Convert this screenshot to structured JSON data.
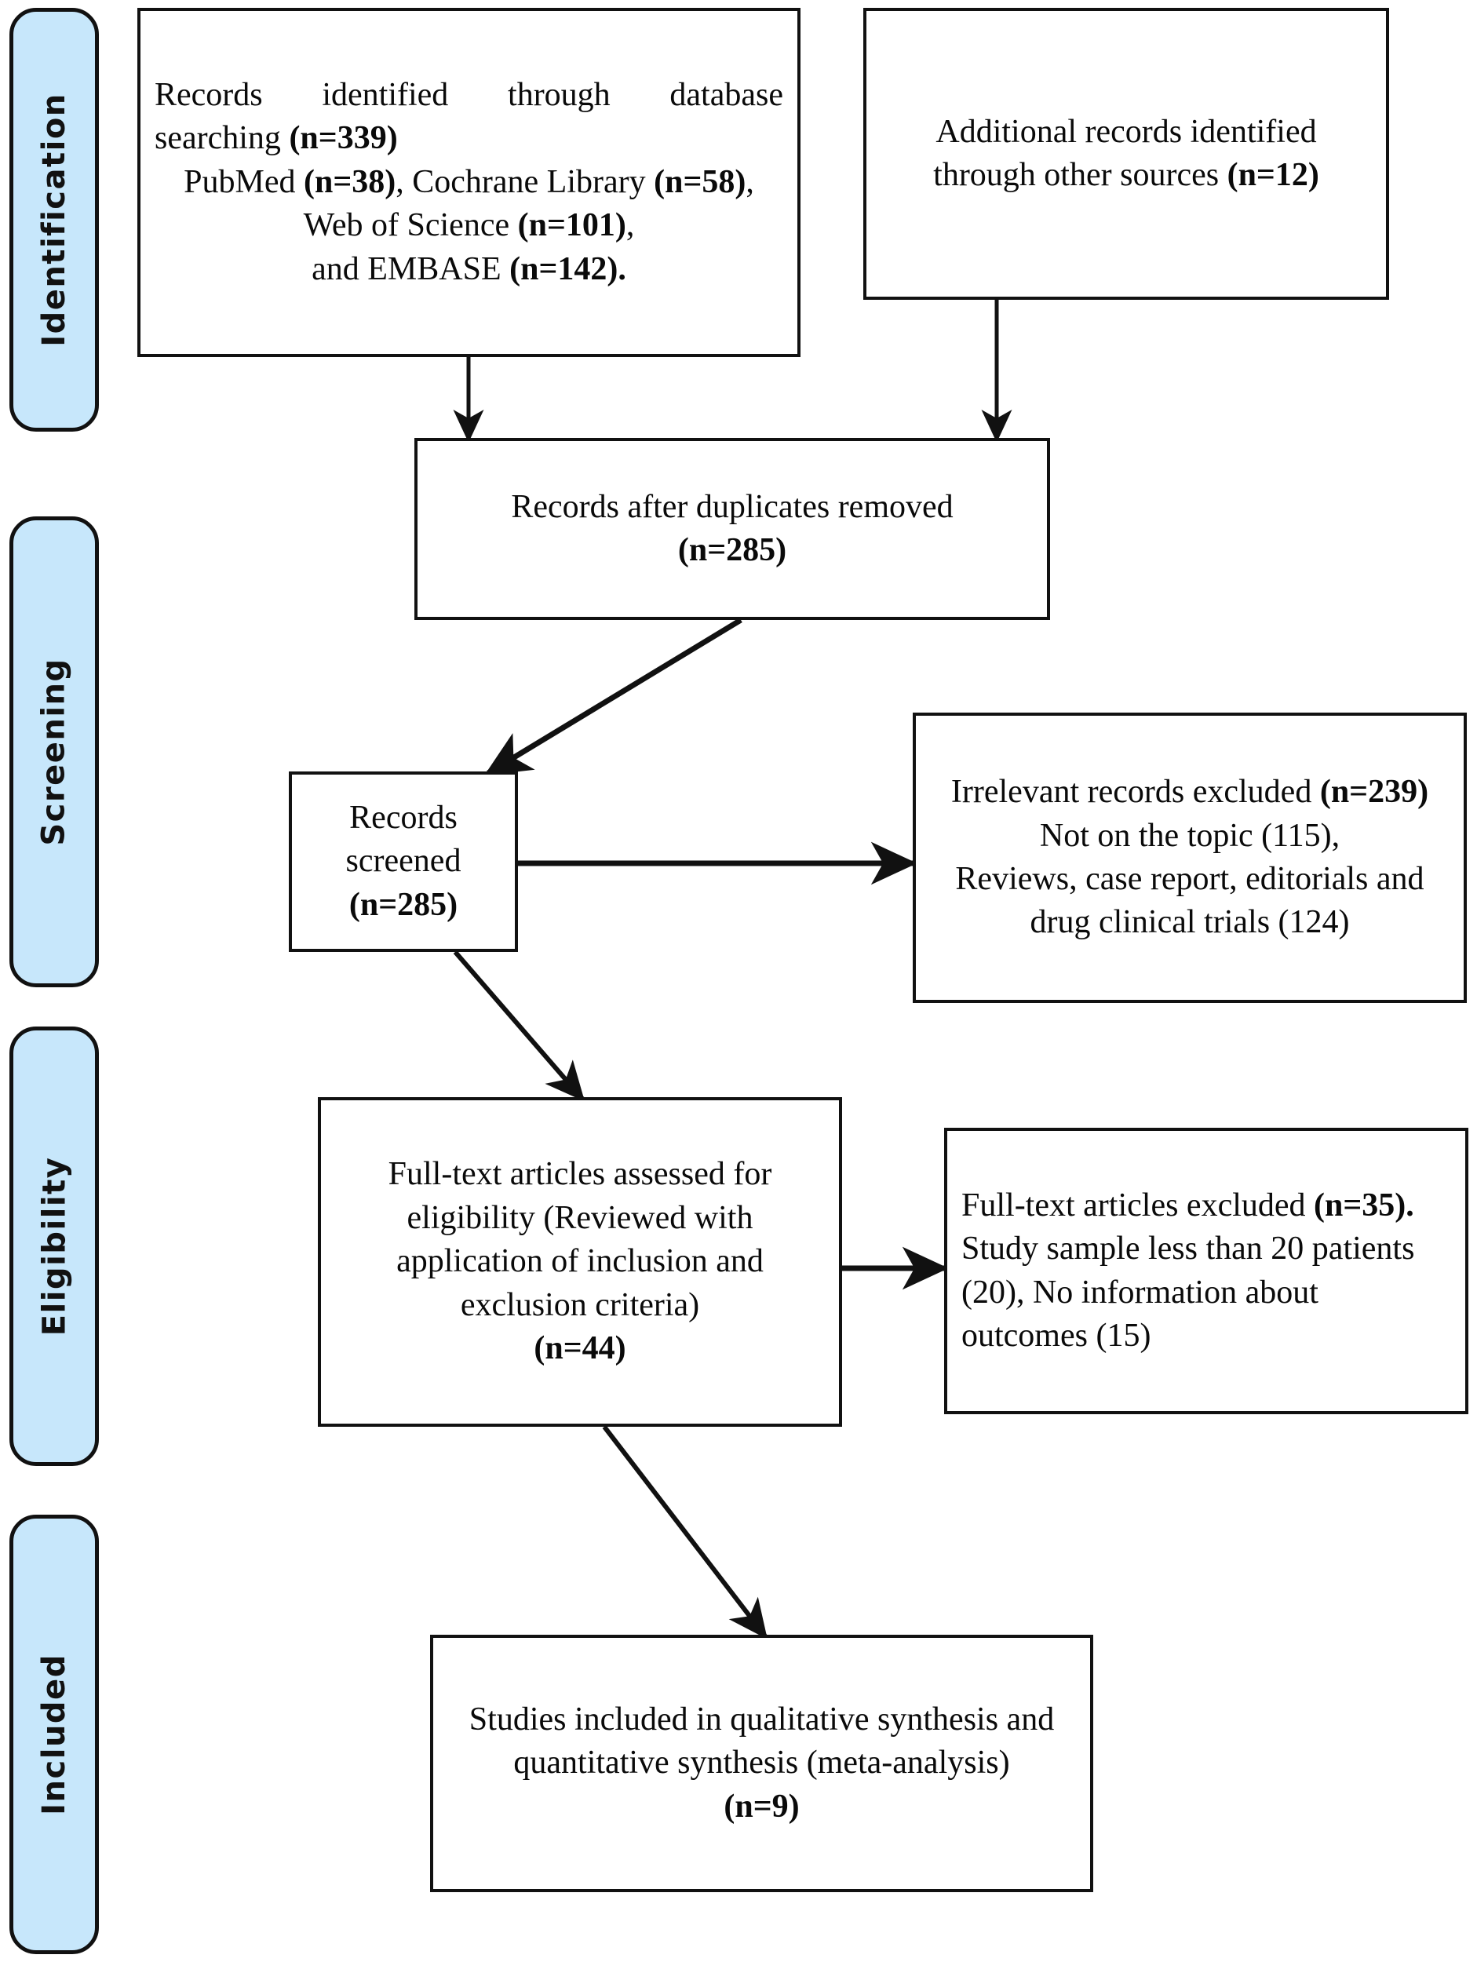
{
  "diagram": {
    "title": "PRISMA flow diagram of study selection",
    "accent_color": "#c7e7fb",
    "line_color": "#111111",
    "background": "#ffffff"
  },
  "stages": [
    {
      "id": "identification",
      "label": "Identification"
    },
    {
      "id": "screening",
      "label": "Screening"
    },
    {
      "id": "eligibility",
      "label": "Eligibility"
    },
    {
      "id": "included",
      "label": "Included"
    }
  ],
  "boxes": {
    "database_search": {
      "id": "records-identified-database",
      "line1": "Records identified through database",
      "line2_plain": "searching ",
      "line2_bold": "(n=339)",
      "line3_a": "PubMed ",
      "line3_b": "(n=38)",
      "line3_c": ", Cochrane Library ",
      "line3_d": "(n=58)",
      "line3_e": ",",
      "line4_a": "Web of Science ",
      "line4_b": "(n=101)",
      "line4_c": ",",
      "line5_a": "and EMBASE ",
      "line5_b": "(n=142)."
    },
    "other_sources": {
      "id": "additional-records-other-sources",
      "line1": "Additional records identified",
      "line2_plain": "through other sources ",
      "line2_bold": "(n=12)"
    },
    "duplicates_removed": {
      "id": "records-after-duplicates-removed",
      "line1": "Records after duplicates removed",
      "line2_bold": "(n=285)"
    },
    "records_screened": {
      "id": "records-screened",
      "line1": "Records screened",
      "line2_bold": "(n=285)"
    },
    "records_excluded": {
      "id": "irrelevant-records-excluded",
      "line1_plain": "Irrelevant records excluded ",
      "line1_bold": "(n=239)",
      "line2": "Not on the topic (115),",
      "line3": "Reviews, case report, editorials and",
      "line4": "drug clinical trials (124)"
    },
    "fulltext_assessed": {
      "id": "full-text-articles-assessed",
      "line1": "Full-text articles assessed for",
      "line2": "eligibility (Reviewed with",
      "line3": "application of inclusion and",
      "line4": "exclusion criteria)",
      "line5_bold": "(n=44)"
    },
    "fulltext_excluded": {
      "id": "full-text-articles-excluded",
      "line1_plain": "Full-text articles excluded ",
      "line1_bold": "(n=35).",
      "line2": "Study sample less than 20 patients",
      "line3": "(20), No information about",
      "line4": "outcomes (15)"
    },
    "studies_included": {
      "id": "studies-included-synthesis",
      "line1": "Studies included in qualitative synthesis and",
      "line2": "quantitative synthesis (meta-analysis)",
      "line3_bold": "(n=9)"
    }
  },
  "connectors": [
    {
      "id": "database-search-to-duplicates",
      "from": "database_search",
      "to": "duplicates_removed",
      "style": "vertical-arrow"
    },
    {
      "id": "other-sources-to-duplicates",
      "from": "other_sources",
      "to": "duplicates_removed",
      "style": "vertical-arrow"
    },
    {
      "id": "duplicates-to-records-screened",
      "from": "duplicates_removed",
      "to": "records_screened",
      "style": "diagonal-arrow"
    },
    {
      "id": "records-screened-to-excluded",
      "from": "records_screened",
      "to": "records_excluded",
      "style": "horizontal-arrow"
    },
    {
      "id": "records-screened-to-fulltext",
      "from": "records_screened",
      "to": "fulltext_assessed",
      "style": "diagonal-arrow"
    },
    {
      "id": "fulltext-to-fulltext-excluded",
      "from": "fulltext_assessed",
      "to": "fulltext_excluded",
      "style": "horizontal-arrow"
    },
    {
      "id": "fulltext-to-studies-included",
      "from": "fulltext_assessed",
      "to": "studies_included",
      "style": "diagonal-arrow"
    }
  ]
}
